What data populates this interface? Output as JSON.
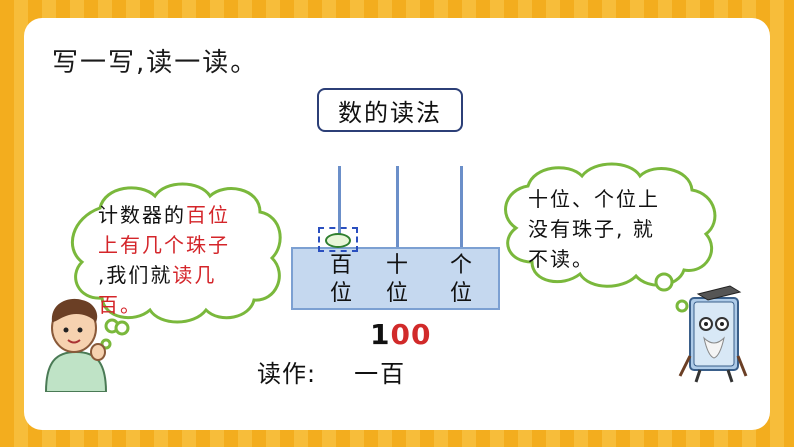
{
  "prompt": "写一写,读一读。",
  "title": "数的读法",
  "counter": {
    "places": [
      {
        "top": "百",
        "bottom": "位"
      },
      {
        "top": "十",
        "bottom": "位"
      },
      {
        "top": "个",
        "bottom": "位"
      }
    ]
  },
  "number": {
    "d1": "1",
    "d2": "0",
    "d3": "0"
  },
  "reading": {
    "label": "读作:",
    "value": "一百"
  },
  "left_bubble": {
    "line1_a": "计数器的",
    "line1_b": "百位",
    "line2": "上有几个珠子",
    "line3_a": ",我们就",
    "line3_b": "读几",
    "line4": "百。"
  },
  "right_bubble": {
    "line1": "十位、个位上",
    "line2": "没有珠子, 就",
    "line3": "不读。"
  },
  "colors": {
    "accent_red": "#d4252a",
    "bubble_border": "#7ab83c",
    "frame": "#f5b324"
  }
}
